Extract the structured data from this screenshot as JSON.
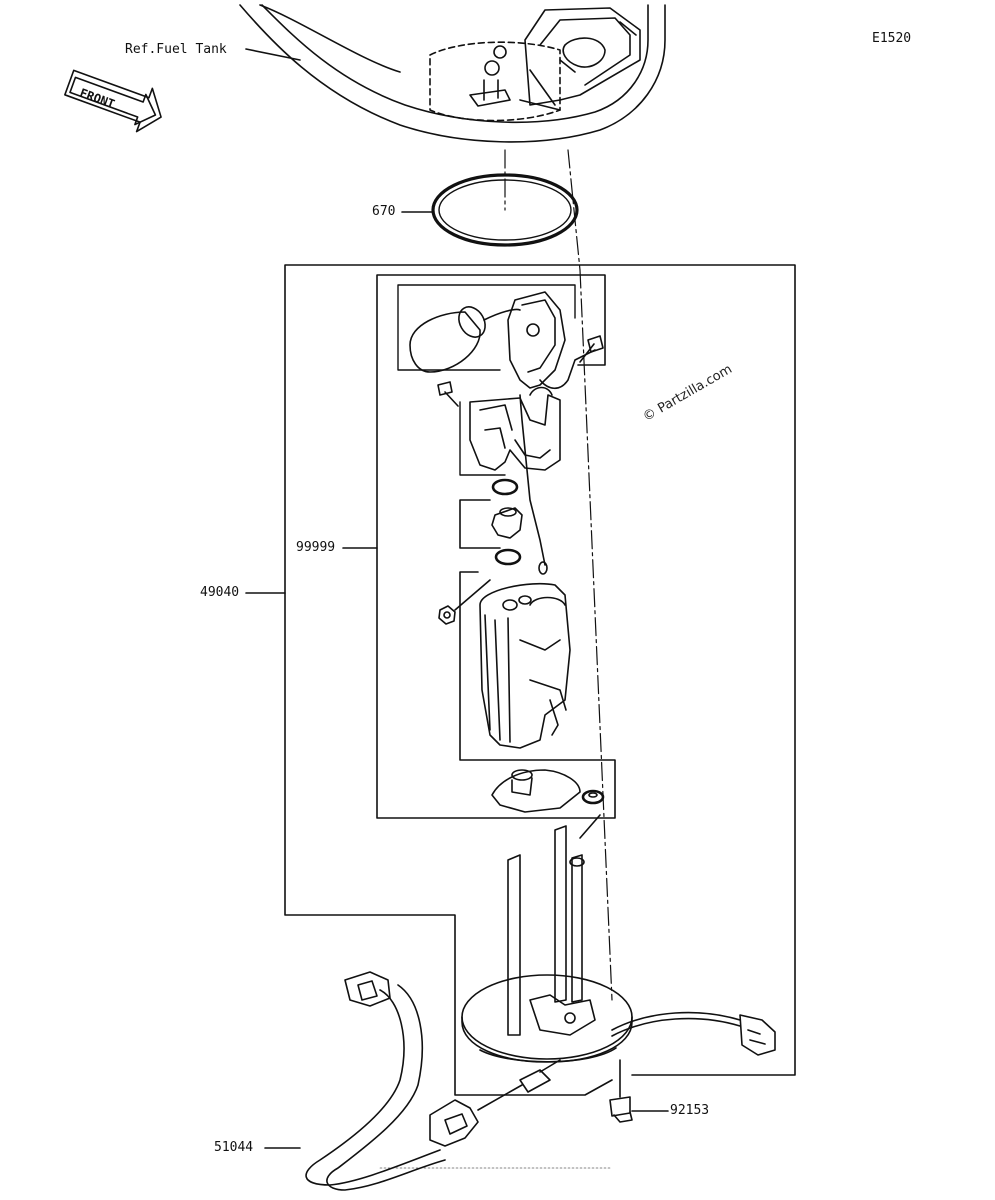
{
  "diagram_code": "E1520",
  "watermark": "© Partzilla.com",
  "front_label": "FRONT",
  "ref_label": "Ref.Fuel Tank",
  "parts": [
    {
      "id": "670",
      "label": "670"
    },
    {
      "id": "49040",
      "label": "49040"
    },
    {
      "id": "99999",
      "label": "99999"
    },
    {
      "id": "92153",
      "label": "92153"
    },
    {
      "id": "51044",
      "label": "51044"
    }
  ]
}
